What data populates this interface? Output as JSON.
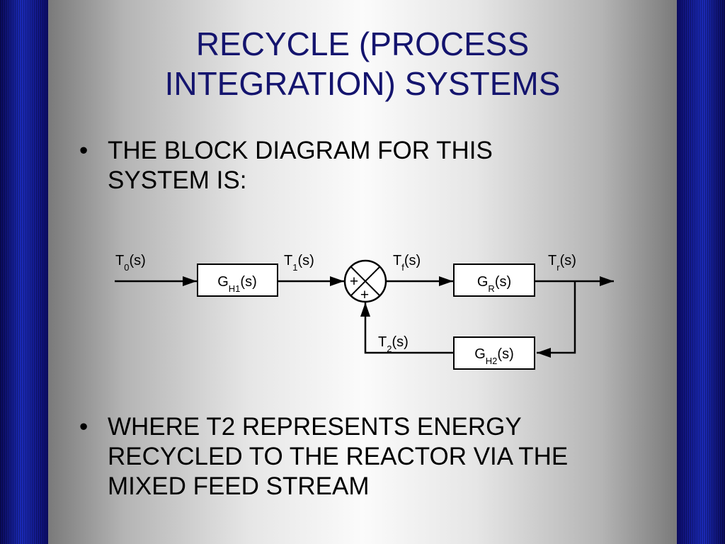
{
  "slide": {
    "title_line1": "RECYCLE (PROCESS",
    "title_line2": "INTEGRATION) SYSTEMS",
    "bullet_char": "•",
    "bullet1_line1": "THE BLOCK DIAGRAM FOR THIS",
    "bullet1_line2": "SYSTEM IS:",
    "bullet2_line1": "WHERE T2 REPRESENTS ENERGY",
    "bullet2_line2": "RECYCLED TO THE REACTOR VIA THE",
    "bullet2_line3": "MIXED FEED STREAM"
  },
  "diagram": {
    "blocks": {
      "gh1": {
        "main": "G",
        "sub": "H1",
        "suffix": "(s)"
      },
      "gr": {
        "main": "G",
        "sub": "R",
        "suffix": "(s)"
      },
      "gh2": {
        "main": "G",
        "sub": "H2",
        "suffix": "(s)"
      }
    },
    "signals": {
      "t0": {
        "main": "T",
        "sub": "0",
        "suffix": "(s)"
      },
      "t1": {
        "main": "T",
        "sub": "1",
        "suffix": "(s)"
      },
      "tf": {
        "main": "T",
        "sub": "f",
        "suffix": "(s)"
      },
      "tr": {
        "main": "T",
        "sub": "r",
        "suffix": "(s)"
      },
      "t2": {
        "main": "T",
        "sub": "2",
        "suffix": "(s)"
      }
    },
    "summing_junction": {
      "sign_left": "+",
      "sign_bottom": "+"
    }
  }
}
